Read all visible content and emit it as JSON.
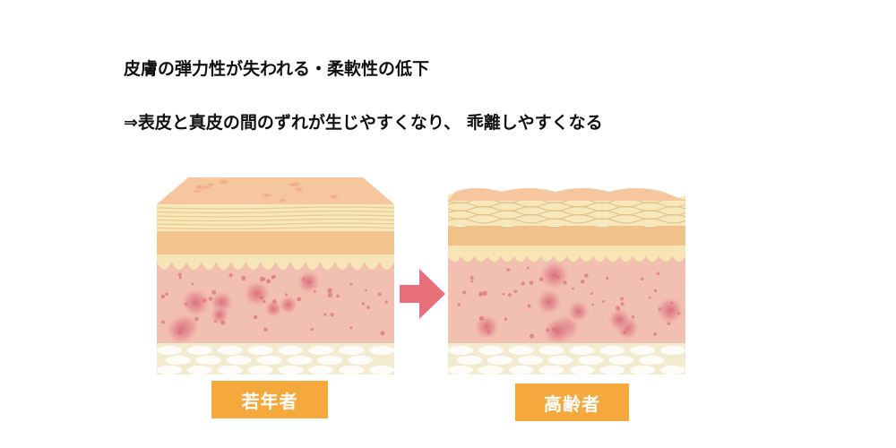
{
  "headline": {
    "line1": "皮膚の弾力性が失われる・柔軟性の低下",
    "line2": "⇒表皮と真皮の間のずれが生じやすくなり、 乖離しやすくなる"
  },
  "labels": {
    "young": "若年者",
    "old": "高齢者"
  },
  "colors": {
    "label_background": "#f5a83c",
    "arrow": "#e8707a",
    "surface": "#f6c79e",
    "epidermis": "#f7e5b6",
    "dermis": "#f2c0b0",
    "fat": "#f3ebcf"
  }
}
